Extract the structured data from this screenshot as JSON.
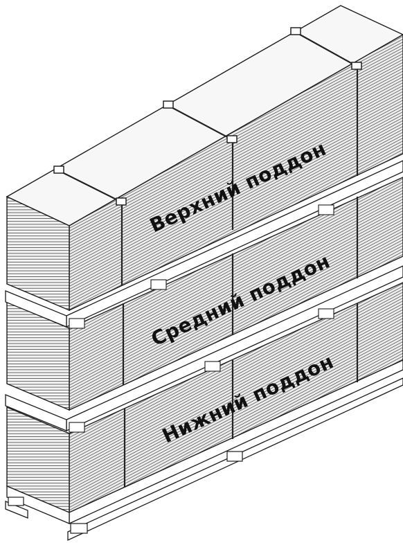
{
  "labels": {
    "top": "Верхний поддон",
    "middle": "Средний поддон",
    "bottom": "Нижний поддон"
  },
  "colors": {
    "stroke": "#1a1a1a",
    "sheet_face": "#f4f4f4",
    "sheet_lines": "#555555",
    "side_face": "#e9e9e9",
    "top_face": "#f7f7f7",
    "strap": "#222222",
    "pallet_board": "#ffffff"
  }
}
